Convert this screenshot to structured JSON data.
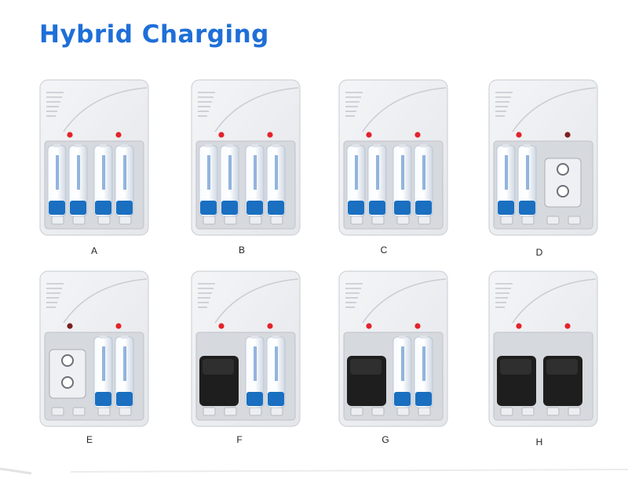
{
  "title": "Hybrid Charging",
  "colors": {
    "title": "#1f6fd8",
    "charger_body": "#e4e6ea",
    "led_on": "#e3232b",
    "led_off": "#7a2020",
    "aa_battery": "#1a6fc0",
    "battery_9v": "#1e1e1e"
  },
  "panels": [
    {
      "label": "A",
      "slots": [
        "aa",
        "aa",
        "aa",
        "aa"
      ],
      "leds": [
        "on",
        "on"
      ]
    },
    {
      "label": "B",
      "slots": [
        "aa",
        "aa",
        "aa",
        "aa"
      ],
      "leds": [
        "on",
        "on"
      ]
    },
    {
      "label": "C",
      "slots": [
        "aa",
        "aa",
        "aa",
        "aa"
      ],
      "leds": [
        "on",
        "on"
      ]
    },
    {
      "label": "D",
      "slots": [
        "aa",
        "aa",
        "9v",
        "9v"
      ],
      "leds": [
        "on",
        "off"
      ]
    },
    {
      "label": "E",
      "slots": [
        "9v",
        "9v",
        "aa",
        "aa"
      ],
      "leds": [
        "off",
        "on"
      ]
    },
    {
      "label": "F",
      "slots": [
        "9v-black",
        "9v-black",
        "aa",
        "aa"
      ],
      "leds": [
        "on",
        "on"
      ]
    },
    {
      "label": "G",
      "slots": [
        "9v-black",
        "9v-black",
        "aa",
        "aa"
      ],
      "leds": [
        "on",
        "on"
      ]
    },
    {
      "label": "H",
      "slots": [
        "9v-black",
        "9v-black",
        "9v-black",
        "9v-black"
      ],
      "leds": [
        "on",
        "on"
      ]
    }
  ]
}
